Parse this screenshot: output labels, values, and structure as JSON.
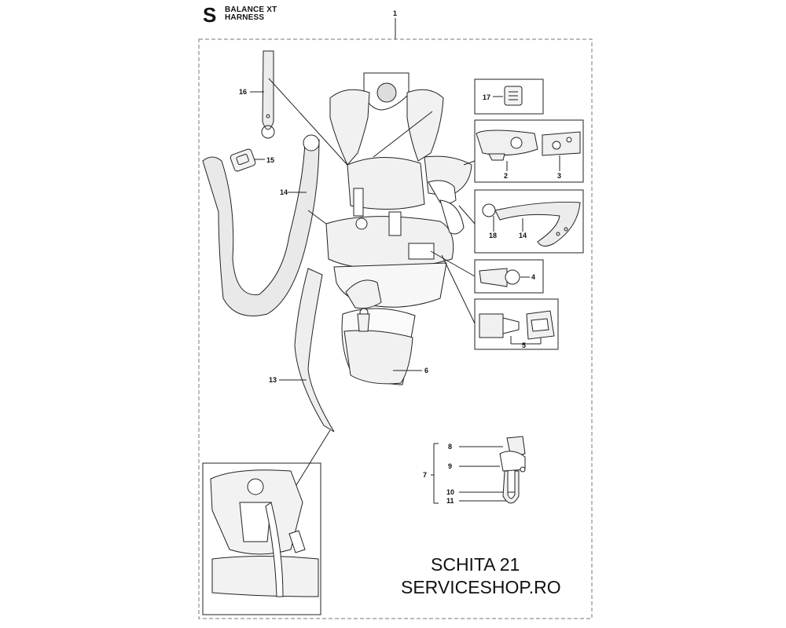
{
  "header": {
    "section_letter": "S",
    "model": "BALANCE XT",
    "subtitle": "HARNESS"
  },
  "callouts": {
    "c1": "1",
    "c2": "2",
    "c3": "3",
    "c4": "4",
    "c5": "5",
    "c6": "6",
    "c7": "7",
    "c8": "8",
    "c9": "9",
    "c10": "10",
    "c11": "11",
    "c13": "13",
    "c14a": "14",
    "c14b": "14",
    "c15": "15",
    "c16": "16",
    "c17": "17",
    "c18": "18"
  },
  "watermark": {
    "line1": "SCHITA 21",
    "line2": "SERVICESHOP.RO"
  },
  "colors": {
    "line": "#222222",
    "dashed_border": "#777777",
    "strap_fill": "#e9e9e9"
  }
}
